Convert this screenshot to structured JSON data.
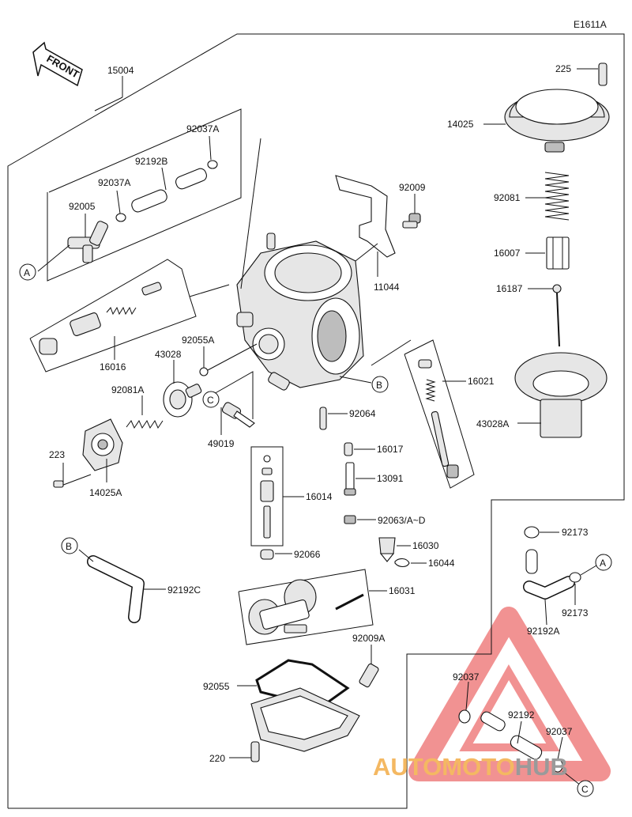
{
  "diagram_id": "E1611A",
  "front_label": "FRONT",
  "parts": {
    "p15004": "15004",
    "p92037A_top": "92037A",
    "p92192B": "92192B",
    "p92037A_mid": "92037A",
    "p92005": "92005",
    "p16016": "16016",
    "p43028": "43028",
    "p92055A": "92055A",
    "p92081A": "92081A",
    "p223": "223",
    "p14025A": "14025A",
    "p49019": "49019",
    "p92009": "92009",
    "p11044": "11044",
    "p16021": "16021",
    "p92064": "92064",
    "p16017": "16017",
    "p13091": "13091",
    "p16014": "16014",
    "p92063": "92063/A~D",
    "p16030": "16030",
    "p16044": "16044",
    "p92066": "92066",
    "p16031": "16031",
    "p92192C": "92192C",
    "p92009A": "92009A",
    "p92055": "92055",
    "p220": "220",
    "p225": "225",
    "p14025": "14025",
    "p92081": "92081",
    "p16007": "16007",
    "p16187": "16187",
    "p43028A": "43028A",
    "p92173_top": "92173",
    "p92173_bot": "92173",
    "p92192A": "92192A",
    "p92037_r": "92037",
    "p92192": "92192",
    "p92037_br": "92037"
  },
  "callouts": {
    "a1": "A",
    "a2": "A",
    "b1": "B",
    "b2": "B",
    "c1": "C",
    "c2": "C"
  },
  "watermark": {
    "part1": "AUTOMOTO",
    "part2": "HUB",
    "color1": "#f4b862",
    "color2": "#9a9a9a",
    "triangle_color": "#ef7f7f"
  }
}
